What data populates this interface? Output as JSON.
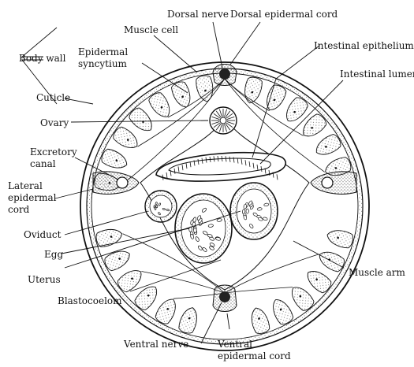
{
  "labels": {
    "body_wall": "Body wall",
    "muscle_cell": "Muscle cell",
    "dorsal_nerve": "Dorsal nerve",
    "dorsal_epidermal_cord": "Dorsal epidermal cord",
    "epidermal_syncytium_1": "Epidermal",
    "epidermal_syncytium_2": "syncytium",
    "intestinal_epithelium": "Intestinal epithelium",
    "intestinal_lumen": "Intestinal lumen",
    "cuticle": "Cuticle",
    "ovary": "Ovary",
    "excretory_canal_1": "Excretory",
    "excretory_canal_2": "canal",
    "lateral_epidermal_cord_1": "Lateral",
    "lateral_epidermal_cord_2": "epidermal",
    "lateral_epidermal_cord_3": "cord",
    "oviduct": "Oviduct",
    "egg": "Egg",
    "uterus": "Uterus",
    "muscle_arm": "Muscle arm",
    "blastocoelom": "Blastocoelom",
    "ventral_nerve": "Ventral nerve",
    "ventral_epidermal_cord_1": "Ventral",
    "ventral_epidermal_cord_2": "epidermal cord"
  },
  "colors": {
    "ink": "#111111",
    "stipple": "#555555",
    "paper": "#ffffff"
  }
}
